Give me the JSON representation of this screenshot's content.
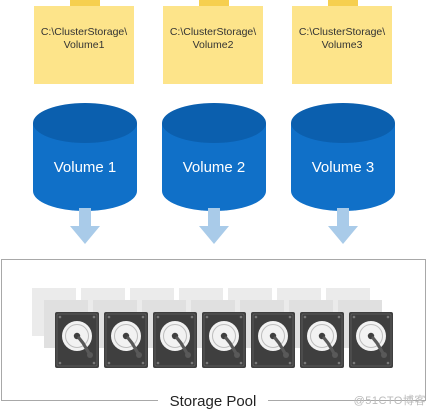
{
  "folders": [
    {
      "line1": "C:\\ClusterStorage\\",
      "line2": "Volume1"
    },
    {
      "line1": "C:\\ClusterStorage\\",
      "line2": "Volume2"
    },
    {
      "line1": "C:\\ClusterStorage\\",
      "line2": "Volume3"
    }
  ],
  "volumes": [
    {
      "label": "Volume 1"
    },
    {
      "label": "Volume 2"
    },
    {
      "label": "Volume 3"
    }
  ],
  "pool": {
    "label": "Storage Pool"
  },
  "colors": {
    "folder": "#fde48a",
    "folder_tab": "#f6cf4f",
    "cylinder": "#1070c8",
    "cylinder_top": "#0b5fae",
    "arrow": "#a9cbe9",
    "drive": "#3f3f3f",
    "frame": "#a8a8a8"
  },
  "watermark": "@51CTO博客"
}
